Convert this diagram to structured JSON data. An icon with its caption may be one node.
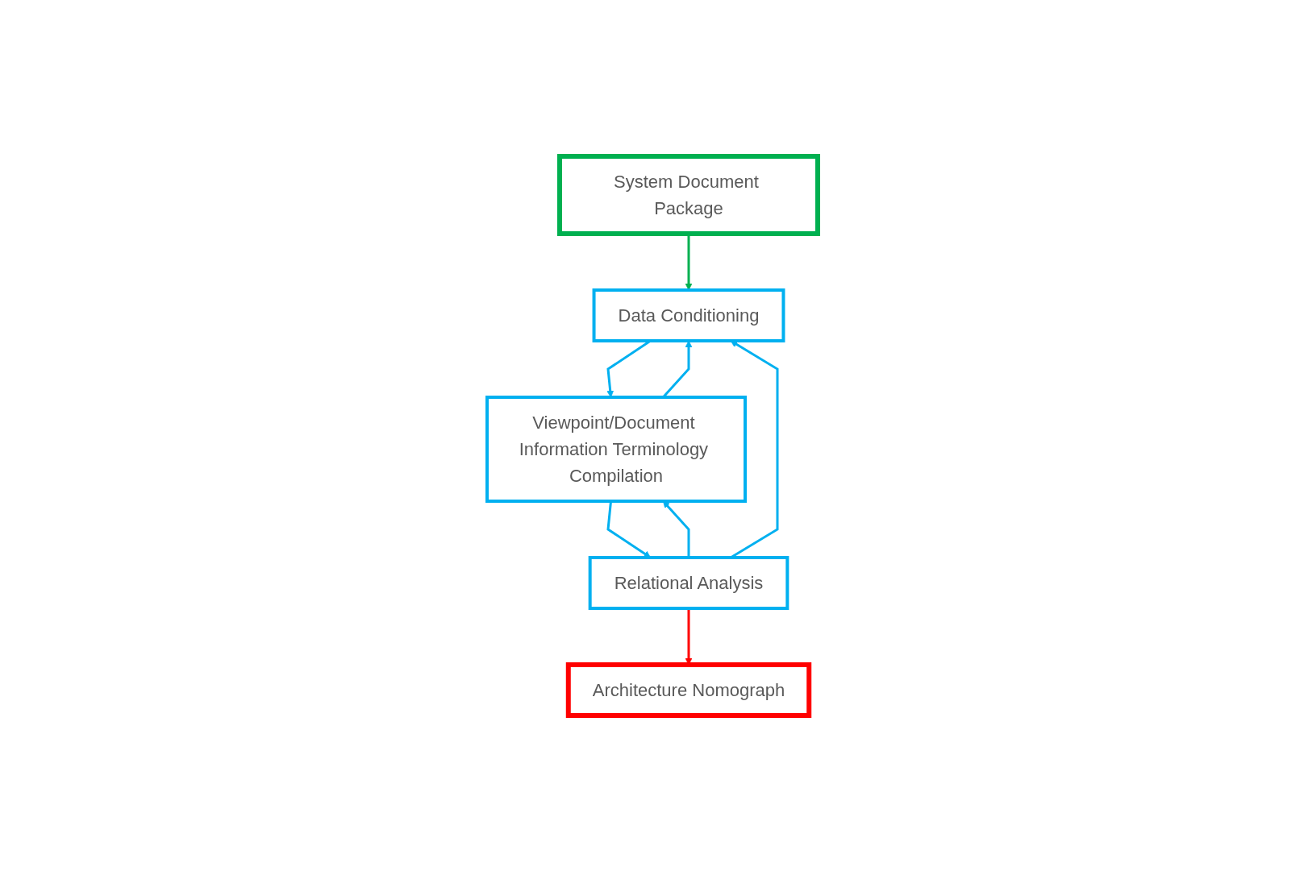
{
  "diagram": {
    "nodes": [
      {
        "text": [
          "System Document Package"
        ]
      },
      {
        "text": [
          "Data Conditioning"
        ]
      },
      {
        "text": [
          "Viewpoint/Document Information Terminology Compilation"
        ]
      },
      {
        "text": [
          "Relational Analysis"
        ]
      },
      {
        "text": [
          "Architecture Nomograph"
        ]
      }
    ],
    "edges": [
      {
        "from": 0,
        "to": 1,
        "arrow": "to",
        "color": "#00b050"
      },
      {
        "from": 1,
        "to": 2,
        "arrow": "to"
      },
      {
        "from": 2,
        "to": 1,
        "arrow": "to"
      },
      {
        "from": 2,
        "to": 3,
        "arrow": "to"
      },
      {
        "from": 3,
        "to": 1,
        "arrow": "to"
      },
      {
        "from": 3,
        "to": 2,
        "arrow": "to"
      },
      {
        "from": 3,
        "to": 4,
        "arrow": "to",
        "color": "#ff0000"
      }
    ]
  }
}
